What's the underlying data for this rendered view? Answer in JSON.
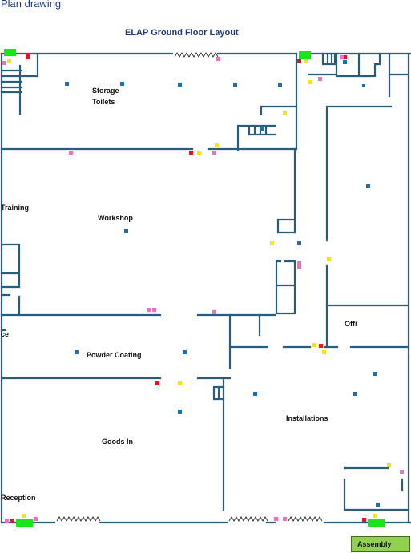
{
  "header": {
    "title": "Plan drawing"
  },
  "plan": {
    "title": "ELAP Ground Floor Layout"
  },
  "rooms": {
    "storage": "Storage",
    "toilets": "Toilets",
    "training": "Training",
    "workshop": "Workshop",
    "office_left": "ce",
    "office_right": "Offi",
    "powder_coating": "Powder Coating",
    "installations": "Installations",
    "goods_in": "Goods In",
    "reception": "Reception"
  },
  "assembly": {
    "label": "Assembly"
  },
  "colors": {
    "wall": "#2a5d7a",
    "exit": "#19e619",
    "alarm": "#e01818",
    "extinguisher": "#f2e41a",
    "detector": "#ee6fc5",
    "light": "#1b6fb5",
    "assembly": "#92d050"
  },
  "legend_icons": [
    "exit-sign-icon",
    "fire-alarm-icon",
    "fire-extinguisher-icon",
    "smoke-detector-icon",
    "emergency-light-icon"
  ]
}
